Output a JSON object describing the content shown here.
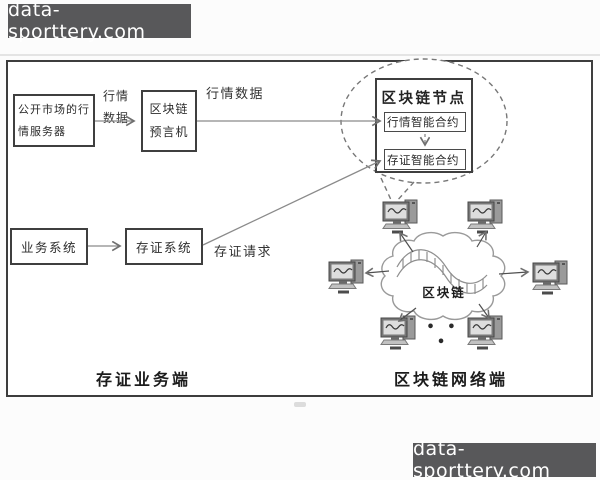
{
  "watermark": {
    "text": "data-sporttery.com"
  },
  "diagram": {
    "boxes": {
      "market_server": "公开市场的行情服务器",
      "oracle": "区块链预言机",
      "business_system": "业务系统",
      "evidence_system": "存证系统"
    },
    "node_group": {
      "title": "区块链节点",
      "contracts": [
        "行情智能合约",
        "存证智能合约"
      ]
    },
    "edge_labels": {
      "market_data_between": "行情数据",
      "market_data_to_node": "行情数据",
      "evidence_request": "存证请求"
    },
    "network": {
      "cloud_label": "区块链",
      "ellipsis": "• • •"
    },
    "section_labels": {
      "left": "存证业务端",
      "right": "区块链网络端"
    }
  }
}
